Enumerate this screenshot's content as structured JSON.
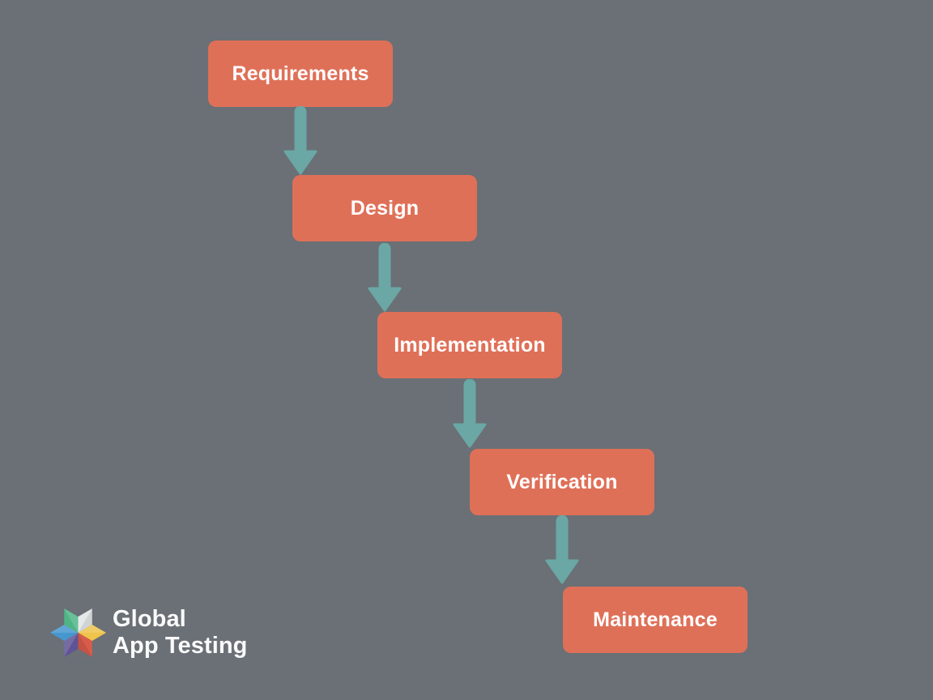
{
  "diagram": {
    "type": "waterfall-flowchart",
    "stages": [
      {
        "label": "Requirements"
      },
      {
        "label": "Design"
      },
      {
        "label": "Implementation"
      },
      {
        "label": "Verification"
      },
      {
        "label": "Maintenance"
      }
    ],
    "flow": "top-left to bottom-right, each stage connected to the next by a downward arrow"
  },
  "logo": {
    "line1": "Global",
    "line2": "App Testing",
    "icon": "hexagon-cube-icon"
  },
  "colors": {
    "background": "#6A7076",
    "box": "#DF7058",
    "box-text": "#FFFFFF",
    "arrow": "#6AA7A5",
    "logo-text": "#FAFAFA",
    "logo-green": "#4FB586",
    "logo-white": "#E6E9E9",
    "logo-blue": "#4697CE",
    "logo-yellow": "#EEC44B",
    "logo-purple": "#5E5394",
    "logo-red": "#D85C4B"
  }
}
